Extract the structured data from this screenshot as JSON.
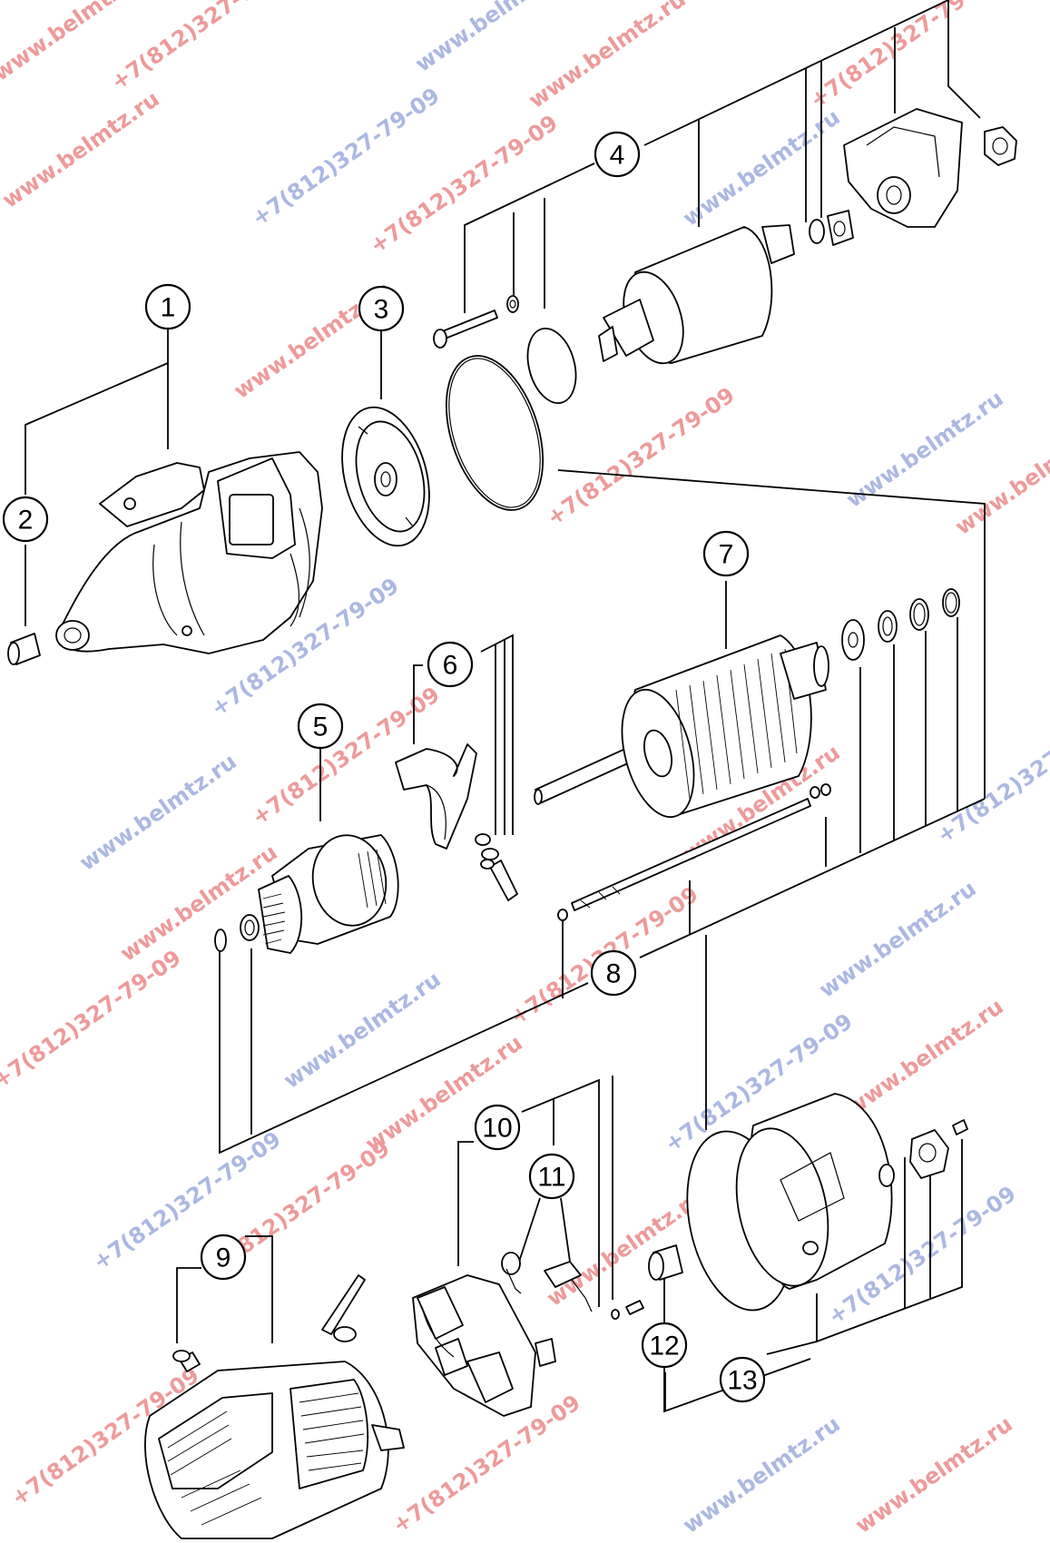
{
  "watermarks": {
    "site": "www.belmtz.ru",
    "phone": "+7(812)327-79-09",
    "site_color": "#e87878",
    "phone_color": "#e87878",
    "site_color_alt": "#8fa0d8"
  },
  "callouts": [
    {
      "id": "1",
      "label": "1",
      "part": "drive-end-housing"
    },
    {
      "id": "2",
      "label": "2",
      "part": "bushing"
    },
    {
      "id": "3",
      "label": "3",
      "part": "intermediate-bearing-plate"
    },
    {
      "id": "4",
      "label": "4",
      "part": "solenoid-switch-assembly"
    },
    {
      "id": "5",
      "label": "5",
      "part": "pinion-drive"
    },
    {
      "id": "6",
      "label": "6",
      "part": "engagement-lever"
    },
    {
      "id": "7",
      "label": "7",
      "part": "armature"
    },
    {
      "id": "8",
      "label": "8",
      "part": "through-bolts"
    },
    {
      "id": "9",
      "label": "9",
      "part": "field-frame-winding"
    },
    {
      "id": "10",
      "label": "10",
      "part": "brush-holder"
    },
    {
      "id": "11",
      "label": "11",
      "part": "brushes-springs"
    },
    {
      "id": "12",
      "label": "12",
      "part": "commutator-end-bushing"
    },
    {
      "id": "13",
      "label": "13",
      "part": "commutator-end-cover"
    }
  ]
}
